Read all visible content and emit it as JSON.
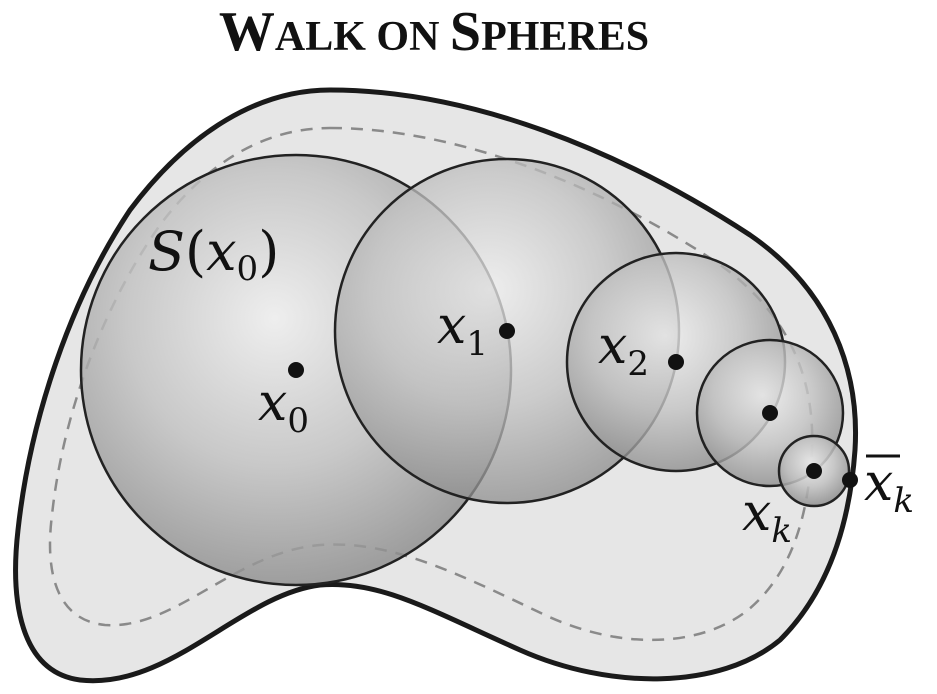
{
  "title": {
    "first_word_cap": "W",
    "first_word_rest": "ALK",
    "middle": "ON",
    "last_word_cap": "S",
    "last_word_rest": "PHERES"
  },
  "labels": {
    "sphere_label_head": "S",
    "sphere_label_open": "(",
    "sphere_label_var": "x",
    "sphere_label_sub": "0",
    "sphere_label_close": ")",
    "x0_var": "x",
    "x0_sub": "0",
    "x1_var": "x",
    "x1_sub": "1",
    "x2_var": "x",
    "x2_sub": "2",
    "xk_var": "x",
    "xk_sub": "k",
    "xbar_var": "x",
    "xbar_sub": "k"
  },
  "colors": {
    "domain_fill": "#e6e6e6",
    "boundary": "#1a1a1a",
    "dashed_curve": "#8a8a8a",
    "sphere_light": "#ececec",
    "sphere_dark": "#8c8c8c",
    "sphere_stroke": "#222222",
    "point": "#111111"
  }
}
